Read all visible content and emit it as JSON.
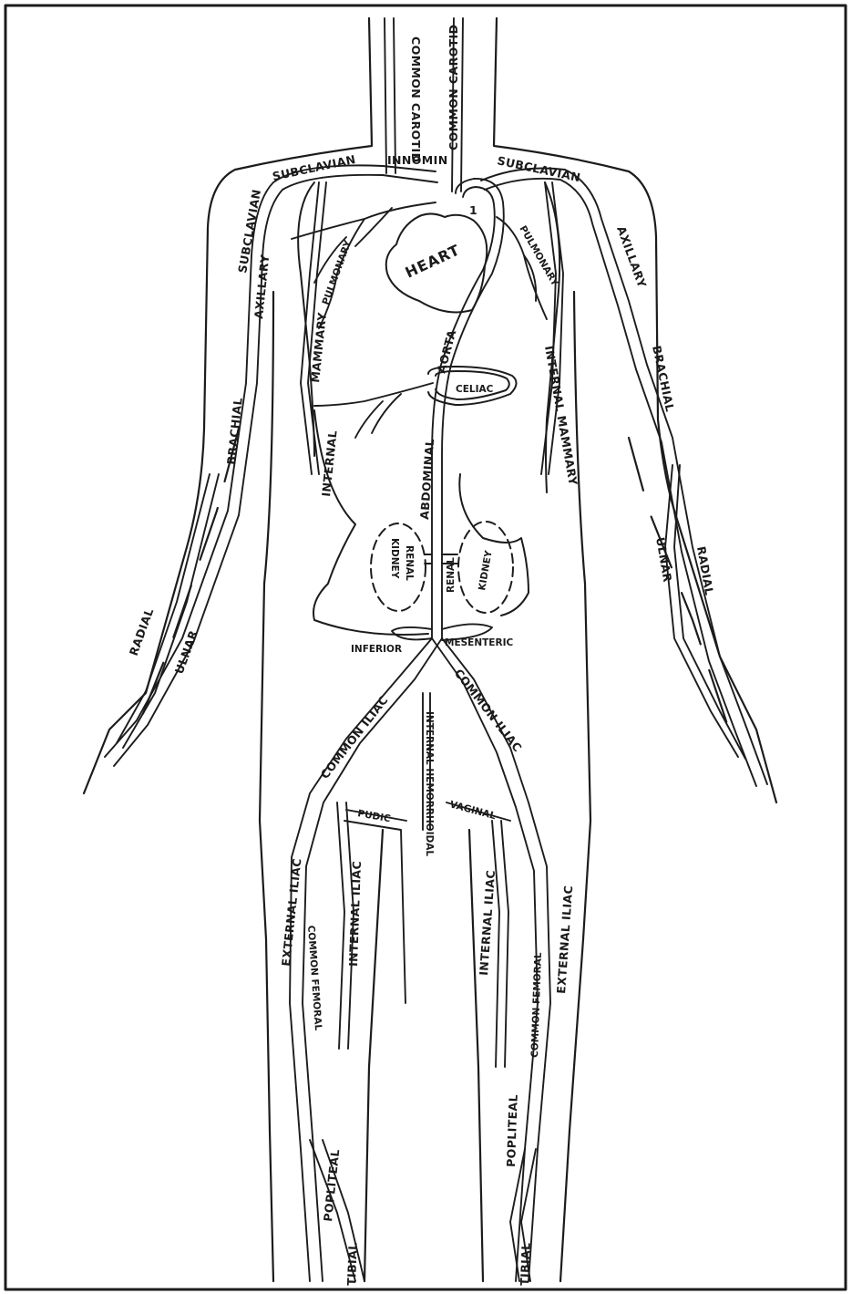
{
  "labels": {
    "common_carotid_right": "COMMON CAROTID",
    "common_carotid_left": "COMMON CAROTID",
    "innomin": "INNOMIN",
    "subclavian_right_upper": "SUBCLAVIAN",
    "subclavian_left": "SUBCLAVIAN",
    "subclavian_right_vertical": "SUBCLAVIAN",
    "axillary_right": "AXILLARY",
    "axillary_left": "AXILLARY",
    "pulmonary_right": "PULMONARY",
    "pulmonary_left": "PULMONARY",
    "heart": "HEART",
    "arch_number": "1",
    "mammary_right": "MAMMARY",
    "internal_right": "INTERNAL",
    "internal_mammary_left": "INTERNAL MAMMARY",
    "aorta": "AORTA",
    "abdominal": "ABDOMINAL",
    "celiac": "CELIAC",
    "brachial_right": "BRACHIAL",
    "brachial_left": "BRACHIAL",
    "kidney_right": "KIDNEY",
    "renal_right": "RENAL",
    "renal_left": "RENAL",
    "kidney_left": "KIDNEY",
    "ulnar_right": "ULNAR",
    "radial_right": "RADIAL",
    "ulnar_left": "ULNAR",
    "radial_left": "RADIAL",
    "inferior": "INFERIOR",
    "mesenteric": "MESENTERIC",
    "common_iliac_right": "COMMON ILIAC",
    "common_iliac_left": "COMMON ILIAC",
    "internal_hemorrhoidal": "INTERNAL HEMORRHOIDAL",
    "pudic": "PUDIC",
    "vaginal": "VAGINAL",
    "external_iliac_right": "EXTERNAL ILIAC",
    "internal_iliac_right": "INTERNAL ILIAC",
    "internal_iliac_left": "INTERNAL ILIAC",
    "external_iliac_left": "EXTERNAL ILIAC",
    "common_femoral_right": "COMMON FEMORAL",
    "common_femoral_left": "COMMON FEMORAL",
    "popliteal_right": "POPLITEAL",
    "popliteal_left": "POPLITEAL",
    "tibial_right": "TIBIAL",
    "tibial_left": "TIBIAL"
  }
}
